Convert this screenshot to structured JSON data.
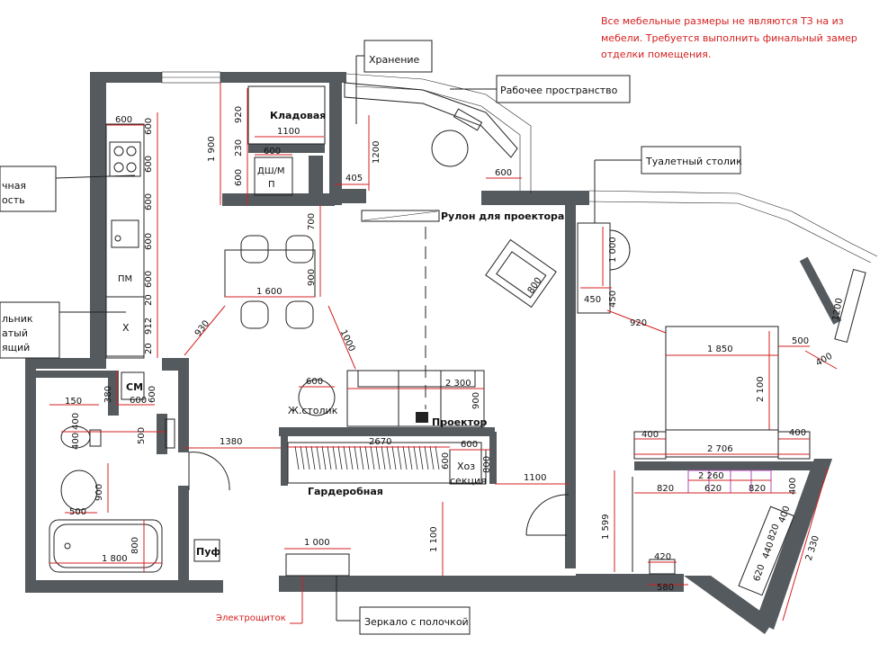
{
  "note": {
    "line1": "Все мебельные размеры не являются ТЗ на из",
    "line2": "мебели. Требуется выполнить финальный замер",
    "line3": "отделки помещения."
  },
  "rooms": {
    "storage_room": "Кладовая",
    "wardrobe": "Гардеробная",
    "utility_1": "Хоз",
    "utility_2": "секция",
    "washer": "СМ",
    "pouf": "Пуф",
    "side_table": "Ж.столик",
    "projector": "Проектор",
    "projector_roll": "Рулон для проектора",
    "dishwasher_1": "ДШ/М",
    "dishwasher_2": "П",
    "microwave": "ПМ",
    "fridge": "Х"
  },
  "callouts": {
    "storage": "Хранение",
    "workspace": "Рабочее пространство",
    "vanity": "Туалетный столик",
    "panel": "Электрощиток",
    "mirror": "Зеркало с полочкой",
    "left_1a": "чная",
    "left_1b": "ость",
    "left_2a": "льник",
    "left_2b": "атый",
    "left_2c": "ящий"
  },
  "dimensions": {
    "k1": "600",
    "k2": "600",
    "k3": "600",
    "k4": "600",
    "k5": "600",
    "k6": "600",
    "k7": "20",
    "k8": "912",
    "k9": "20",
    "st1": "1100",
    "st2": "230",
    "st3": "920",
    "st4": "1 900",
    "st5": "600",
    "st6": "600",
    "ws1": "1200",
    "ws2": "405",
    "ws3": "600",
    "dn1": "700",
    "dn2": "900",
    "dn3": "1 600",
    "dn4": "930",
    "dn5": "1000",
    "sf1": "2 300",
    "sf2": "900",
    "sf3": "600",
    "ac1": "800",
    "wd1": "2670",
    "wd2": "600",
    "wd3": "600",
    "wd4": "800",
    "h1": "1380",
    "h2": "1100",
    "h3": "1 000",
    "h4": "1 100",
    "b1": "150",
    "b2": "380",
    "b3": "600",
    "b4": "600",
    "b5": "400",
    "b6": "400",
    "b7": "500",
    "b8": "900",
    "b9": "500",
    "b10": "800",
    "b11": "1 800",
    "r1": "1 000",
    "r2": "450",
    "r3": "450",
    "r4": "920",
    "r5": "1 850",
    "r6": "2 100",
    "r7": "500",
    "r8": "400",
    "r9": "1200",
    "r10": "400",
    "r11": "400",
    "r12": "2 706",
    "r13": "2 260",
    "r14": "820",
    "r15": "620",
    "r16": "820",
    "r17": "400",
    "r18": "1 599",
    "r19": "420",
    "r20": "580",
    "r21": "400",
    "r22": "820",
    "r23": "440",
    "r24": "620",
    "r25": "2 330"
  },
  "colors": {
    "wall": "#555a5e",
    "dimension": "#d42020",
    "accent_pink": "#b04ab8"
  }
}
